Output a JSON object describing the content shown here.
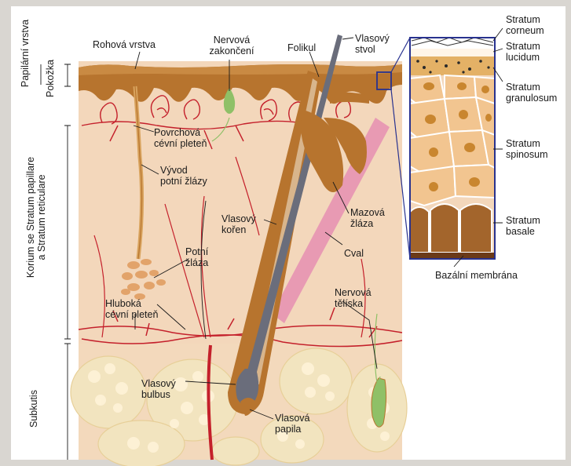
{
  "colors": {
    "page": "#ffffff",
    "dermis": "#f3d7bb",
    "subcutis_fat": "#f2e4bf",
    "epidermis": "#b7742e",
    "hair_shaft": "#6a6d7b",
    "arrector_muscle": "#e89ab3",
    "vessel": "#c4202b",
    "nerve_ending": "#8fc067",
    "inset_border": "#28328f"
  },
  "vertical_labels": {
    "papillary": "Papilární vrstva",
    "epidermis": "Pokožka",
    "corium_line1": "Korium se Stratum papillare",
    "corium_line2": "a Stratum reticulare",
    "subcutis": "Subkutis"
  },
  "labels": {
    "rohova_vrstva": "Rohová vrstva",
    "nervova_zakonceni_1": "Nervová",
    "nervova_zakonceni_2": "zakončení",
    "folikul": "Folikul",
    "vlasovy_stvol_1": "Vlasový",
    "vlasovy_stvol_2": "stvol",
    "povrchova_pleten_1": "Povrchová",
    "povrchova_pleten_2": "cévní pleteň",
    "vyvod_1": "Vývod",
    "vyvod_2": "potní žlázy",
    "vlasovy_koren_1": "Vlasový",
    "vlasovy_koren_2": "kořen",
    "mazova_1": "Mazová",
    "mazova_2": "žláza",
    "potni_1": "Potní",
    "potni_2": "žláza",
    "cval": "Cval",
    "hluboka_1": "Hluboká",
    "hluboka_2": "cévní pleteň",
    "teliska_1": "Nervová",
    "teliska_2": "tělíska",
    "bulbus_1": "Vlasový",
    "bulbus_2": "bulbus",
    "papila_1": "Vlasová",
    "papila_2": "papila",
    "corneum_1": "Stratum",
    "corneum_2": "corneum",
    "lucidum_1": "Stratum",
    "lucidum_2": "lucidum",
    "granulosum_1": "Stratum",
    "granulosum_2": "granulosum",
    "spinosum_1": "Stratum",
    "spinosum_2": "spinosum",
    "basale_1": "Stratum",
    "basale_2": "basale",
    "bazalni_membrana": "Bazální membrána"
  }
}
